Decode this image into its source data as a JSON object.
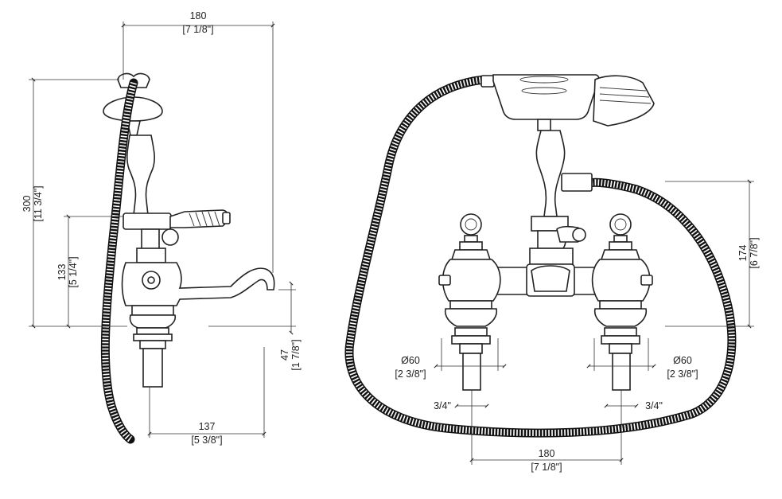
{
  "dimensions": {
    "side_width": {
      "value": "180",
      "imperial": "[7 1/8\"]"
    },
    "side_height_total": {
      "value": "300",
      "imperial": "[11 3/4\"]"
    },
    "side_spout_height": {
      "value": "133",
      "imperial": "[5 1/4\"]"
    },
    "side_spout_reach": {
      "value": "137",
      "imperial": "[5 3/8\"]"
    },
    "side_tail_length": {
      "value": "47",
      "imperial": "[1 7/8\"]"
    },
    "front_height": {
      "value": "174",
      "imperial": "[6 7/8\"]"
    },
    "left_base_diameter": {
      "value": "Ø60",
      "imperial": "[2 3/8\"]"
    },
    "right_base_diameter": {
      "value": "Ø60",
      "imperial": "[2 3/8\"]"
    },
    "left_thread": {
      "value": "3/4\""
    },
    "right_thread": {
      "value": "3/4\""
    },
    "front_centers": {
      "value": "180",
      "imperial": "[7 1/8\"]"
    }
  }
}
